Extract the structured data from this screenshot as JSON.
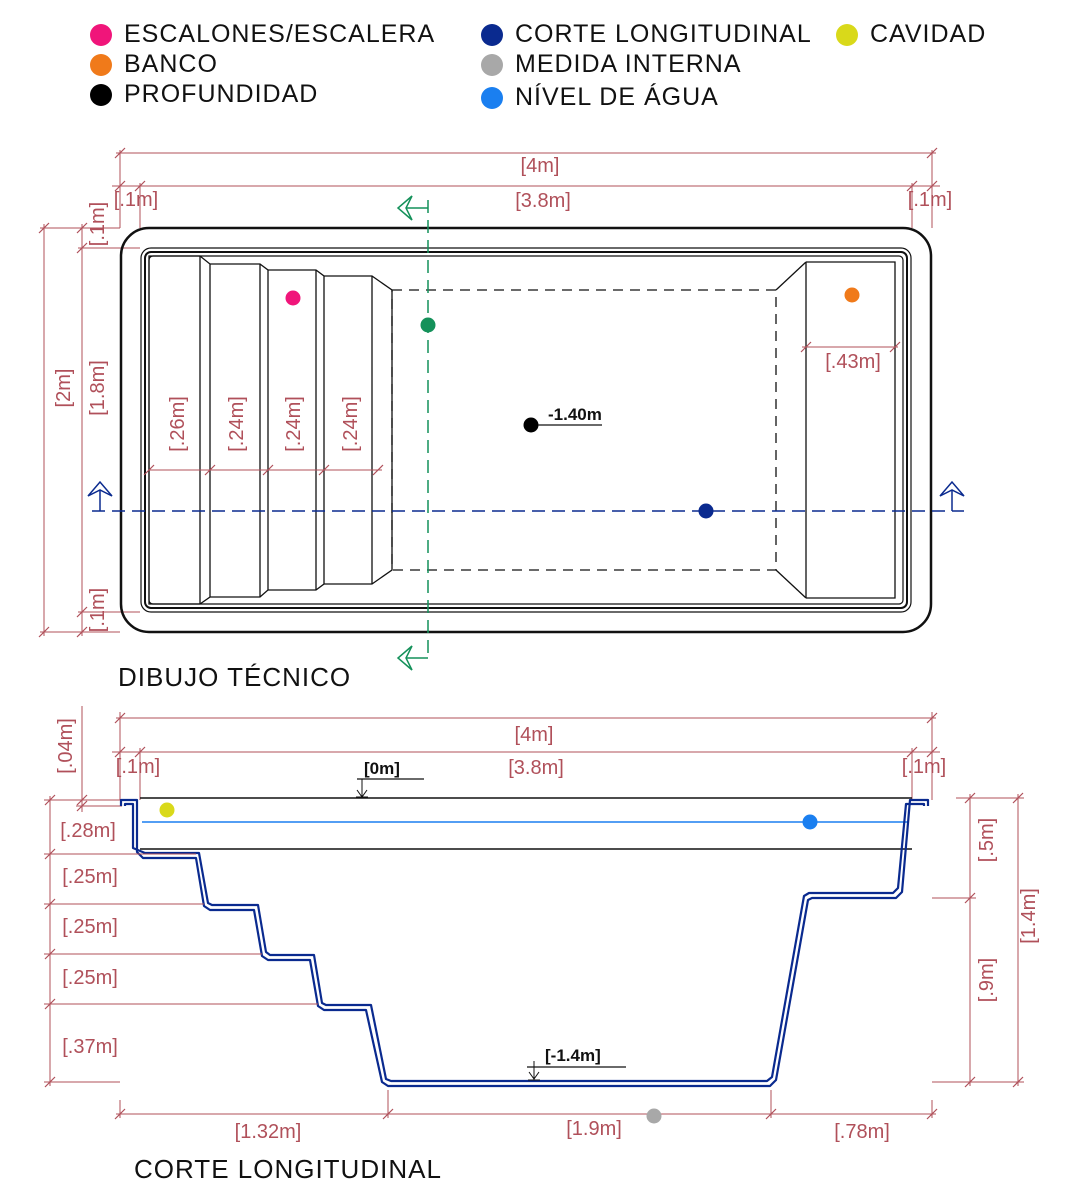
{
  "legend": [
    {
      "label": "ESCALONES/ESCALERA",
      "color": "#f0157a"
    },
    {
      "label": "BANCO",
      "color": "#f07a1a"
    },
    {
      "label": "PROFUNDIDAD",
      "color": "#000000"
    },
    {
      "label": "CORTE LONGITUDINAL",
      "color": "#0a2a8f"
    },
    {
      "label": "MEDIDA INTERNA",
      "color": "#a8a8a8"
    },
    {
      "label": "NÍVEL DE ÁGUA",
      "color": "#1a7ff0"
    },
    {
      "label": "CAVIDAD",
      "color": "#d9d91a"
    }
  ],
  "plan": {
    "title": "DIBUJO TÉCNICO",
    "total_length": "[4m]",
    "inner_length": "[3.8m]",
    "rim_left": "[.1m]",
    "rim_right": "[.1m]",
    "total_width": "[2m]",
    "inner_width": "[1.8m]",
    "rim_top": "[.1m]",
    "rim_bottom": "[.1m]",
    "step1": "[.26m]",
    "step2": "[.24m]",
    "step3": "[.24m]",
    "step4": "[.24m]",
    "bench": "[.43m]",
    "depth": "-1.40m"
  },
  "section": {
    "title": "CORTE LONGITUDINAL",
    "total_length": "[4m]",
    "inner_length": "[3.8m]",
    "rim_left": "[.1m]",
    "rim_right": "[.1m]",
    "rim_height": "[.04m]",
    "level_top": "[0m]",
    "level_bottom": "[-1.4m]",
    "h1": "[.28m]",
    "h2": "[.25m]",
    "h3": "[.25m]",
    "h4": "[.25m]",
    "h5": "[.37m]",
    "right_upper": "[.5m]",
    "right_lower": "[.9m]",
    "right_total": "[1.4m]",
    "bottom_left": "[1.32m]",
    "bottom_mid": "[1.9m]",
    "bottom_right": "[.78m]"
  }
}
